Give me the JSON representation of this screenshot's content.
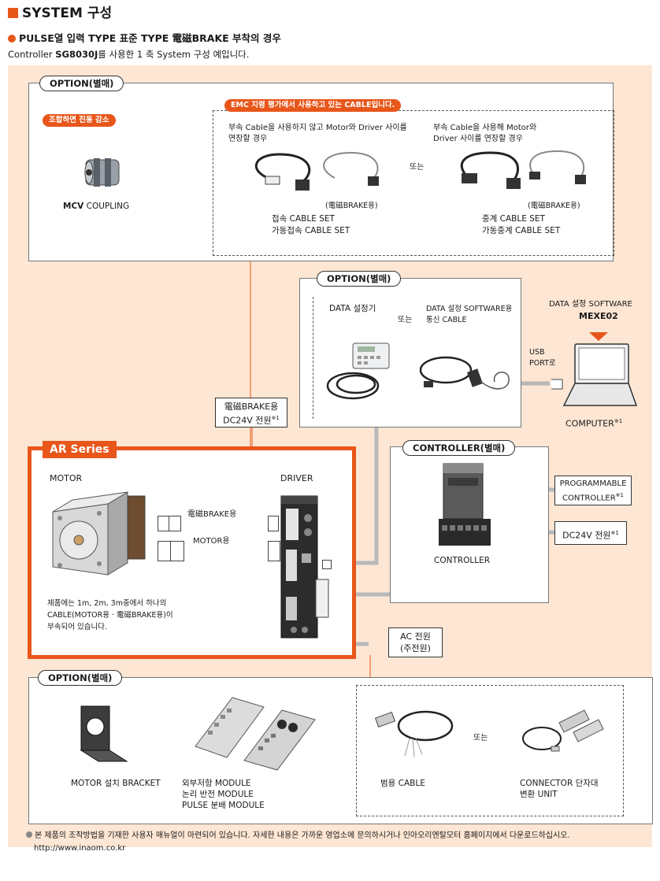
{
  "header": {
    "title": "SYSTEM 구성",
    "subtitle": "PULSE열 입력 TYPE 표준 TYPE 電磁BRAKE 부착의 경우",
    "description_prefix": "Controller ",
    "description_model": "SG8030J",
    "description_suffix": "를 사용한 1 축 System 구성 예입니다."
  },
  "option_top": {
    "tab": "OPTION(별매)",
    "badge_vibration": "조합하면 진동 감소",
    "coupling_brand": "MCV",
    "coupling_label": "COUPLING",
    "emc_badge": "EMC 지령 평가에서 사용하고 있는 CABLE입니다.",
    "left_desc_1": "부속 Cable을 사용하지 않고 Motor와 Driver 사이를",
    "left_desc_2": "연장할 경우",
    "right_desc_1": "부속 Cable을 사용해 Motor와",
    "right_desc_2": "Driver 사이를 연장할 경우",
    "or_label": "또는",
    "brake_left": "(電磁BRAKE용)",
    "brake_right": "(電磁BRAKE용)",
    "left_set_1": "접속 CABLE SET",
    "left_set_2": "가동접속 CABLE SET",
    "right_set_1": "중계 CABLE SET",
    "right_set_2": "가동중계 CABLE SET"
  },
  "option_mid": {
    "tab": "OPTION(별매)",
    "data_setter": "DATA 설정기",
    "or_label": "또는",
    "sw_cable_1": "DATA 설정 SOFTWARE용",
    "sw_cable_2": "통신 CABLE",
    "usb_1": "USB",
    "usb_2": "PORT로"
  },
  "computer": {
    "software_1": "DATA 설정 SOFTWARE",
    "software_2": "MEXE02",
    "label": "COMPUTER",
    "note": "※1"
  },
  "brake_power": {
    "line1": "電磁BRAKE용",
    "line2": "DC24V 전원",
    "note": "※1"
  },
  "ar": {
    "series": "AR Series",
    "motor": "MOTOR",
    "driver": "DRIVER",
    "brake_cable": "電磁BRAKE용",
    "motor_cable": "MOTOR용",
    "note_1": "제품에는 1m, 2m, 3m중에서 하나의",
    "note_2": "CABLE(MOTOR용 · 電磁BRAKE용)이",
    "note_3": "부속되어 있습니다."
  },
  "controller": {
    "tab": "CONTROLLER(별매)",
    "label": "CONTROLLER",
    "plc_1": "PROGRAMMABLE",
    "plc_2": "CONTROLLER",
    "plc_note": "※1",
    "dc24": "DC24V 전원",
    "dc24_note": "※1"
  },
  "ac_power": {
    "line1": "AC 전원",
    "line2": "(주전원)"
  },
  "option_bottom": {
    "tab": "OPTION(별매)",
    "bracket": "MOTOR 설치 BRACKET",
    "modules_1": "외부저항 MODULE",
    "modules_2": "논리 반전 MODULE",
    "modules_3": "PULSE 분배 MODULE",
    "cable": "범용 CABLE",
    "or_label": "또는",
    "connector_1": "CONNECTOR 단자대",
    "connector_2": "변환 UNIT"
  },
  "footer": {
    "note": "본 제품의 조작방법을 기재한 사용자 매뉴얼이 마련되어 있습니다. 자세한 내용은 가까운 영업소에 문의하시거나 인아오리엔탈모터 홈페이지에서 다운로드하십시오.",
    "url": "http://www.inaom.co.kr"
  },
  "colors": {
    "accent": "#e8561a",
    "background_panel": "#fde6d3",
    "wire": "#b5b5b5"
  }
}
